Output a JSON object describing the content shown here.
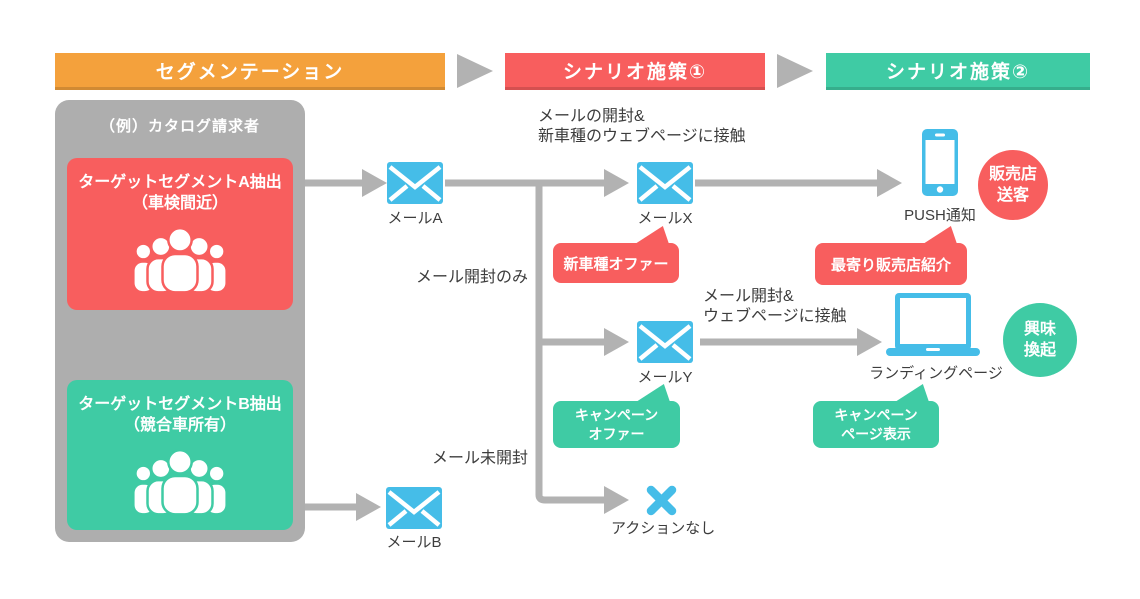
{
  "palette": {
    "orange": "#F4A13C",
    "red": "#F85E5E",
    "teal": "#3FCBA4",
    "blue": "#45BDE8",
    "line_gray": "#B2B2B2",
    "container_gray": "#AEAEAE",
    "text_dark": "#3D3D3D"
  },
  "headers": {
    "segmentation": "セグメンテーション",
    "scenario1": "シナリオ施策①",
    "scenario2": "シナリオ施策②"
  },
  "segmentation": {
    "container_label": "（例）カタログ請求者",
    "segment_a": {
      "line1": "ターゲットセグメントA抽出",
      "line2": "（車検間近）"
    },
    "segment_b": {
      "line1": "ターゲットセグメントB抽出",
      "line2": "（競合車所有）"
    }
  },
  "mails": {
    "mail_a": "メールA",
    "mail_b": "メールB",
    "mail_x": "メールX",
    "mail_y": "メールY"
  },
  "annotations": {
    "open_and_newcar": {
      "line1": "メールの開封&",
      "line2": "新車種のウェブページに接触"
    },
    "open_only": "メール開封のみ",
    "open_and_web": {
      "line1": "メール開封&",
      "line2": "ウェブページに接触"
    },
    "unopened": "メール未開封"
  },
  "outcomes": {
    "push": "PUSH通知",
    "landing": "ランディングページ",
    "no_action": "アクションなし",
    "dealer_circle": {
      "line1": "販売店",
      "line2": "送客"
    },
    "interest_circle": {
      "line1": "興味",
      "line2": "換起"
    }
  },
  "bubbles": {
    "new_car_offer": "新車種オファー",
    "nearest_dealer": "最寄り販売店紹介",
    "campaign_offer": {
      "line1": "キャンペーン",
      "line2": "オファー"
    },
    "campaign_page": {
      "line1": "キャンペーン",
      "line2": "ページ表示"
    }
  }
}
